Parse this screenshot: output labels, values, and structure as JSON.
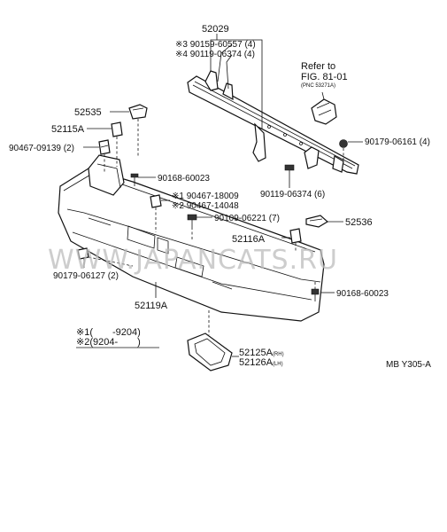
{
  "labels": {
    "p52029": "52029",
    "p90159": "※3 90159-60557 (4)",
    "p90119a": "※4 90119-06374 (4)",
    "refer": "Refer to",
    "fig": "FIG. 81-01",
    "pnc": "(PNC 53271A)",
    "p52535": "52535",
    "p52115a": "52115A",
    "p90467_09139": "90467-09139 (2)",
    "p90179_06161": "90179-06161 (4)",
    "p90168a": "90168-60023",
    "p90467_18009": "※1 90467-18009",
    "p90467_14048": "※2 90467-14048",
    "p90119b": "90119-06374 (6)",
    "p90109": "90109-06221 (7)",
    "p52536": "52536",
    "p52116a": "52116A",
    "p90179_06127": "90179-06127 (2)",
    "p52119a": "52119A",
    "p90168b": "90168-60023",
    "note1": "※1(　　-9204)",
    "note2": "※2(9204-　　)",
    "p52125a": "52125A",
    "p52125a_suffix": "(RH)",
    "p52126a": "52126A",
    "p52126a_suffix": "(LH)",
    "code": "MB Y305-A",
    "watermark": "WWW.JAPANCATS.RU"
  }
}
